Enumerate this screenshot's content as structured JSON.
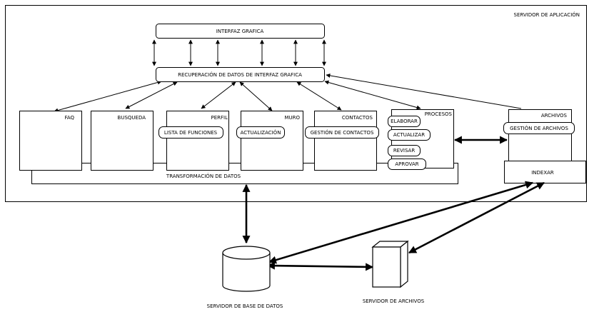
{
  "labels": {
    "app_server": "SERVIDOR DE APLICACIÓN",
    "gui": "INTERFAZ GRAFICA",
    "gui_data": "RECUPERACIÓN DE DATOS DE INTERFAZ GRAFICA",
    "faq": "FAQ",
    "busqueda": "BUSQUEDA",
    "perfil": "PERFIL",
    "muro": "MURO",
    "contactos": "CONTACTOS",
    "procesos": "PROCESOS",
    "archivos": "ARCHIVOS",
    "lista_funciones": "LISTA DE FUNCIONES",
    "actualizacion": "ACTUALIZACIÓN",
    "gestion_contactos": "GESTIÓN DE CONTACTOS",
    "elaborar": "ELABORAR",
    "actualizar": "ACTUALIZAR",
    "revisar": "REVISAR",
    "aprovar": "APROVAR",
    "gestion_archivos": "GESTIÓN DE ARCHIVOS",
    "transformacion": "TRANSFORMACIÓN DE DATOS",
    "indexar": "INDEXAR",
    "db_server": "SERVIDOR DE BASE DE DATOS",
    "file_server": "SERVIDOR DE ARCHIVOS"
  }
}
